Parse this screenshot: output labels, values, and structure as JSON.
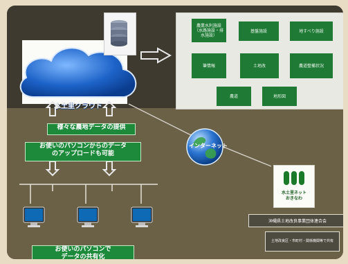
{
  "cloud": {
    "label": "水土里クラウド"
  },
  "labels": {
    "data_provision": "様々な農地データの提供",
    "upload_line1": "お使いのパソコンからのデータ",
    "upload_line2": "のアップロードも可能",
    "share_line1": "お使いのパソコンで",
    "share_line2": "データの共有化",
    "internet": "インターネット"
  },
  "portal": {
    "tiles": [
      {
        "id": "t1",
        "label": "農業水利施設（水路施設・排水施設）"
      },
      {
        "id": "t2",
        "label": "基盤施設"
      },
      {
        "id": "t3",
        "label": "地すべり施設"
      },
      {
        "id": "t4",
        "label": "筆情報"
      },
      {
        "id": "t5",
        "label": "土地改"
      },
      {
        "id": "t6",
        "label": "農道整備状況"
      },
      {
        "id": "t7",
        "label": "農道"
      },
      {
        "id": "t8",
        "label": "地形図"
      }
    ]
  },
  "logo": {
    "name": "水土里ネット",
    "sub": "おきなわ"
  },
  "org": {
    "name": "沖縄県土地改良事業団体連合会",
    "sub": "土地改良区・市町村・関係機関等で共有"
  },
  "colors": {
    "panel": "#4a4437",
    "tile": "#1f7a36",
    "label_green": "#1d8a3b",
    "cloud_blue": "#1d63c8",
    "portal_bg": "#e9e9e4"
  }
}
